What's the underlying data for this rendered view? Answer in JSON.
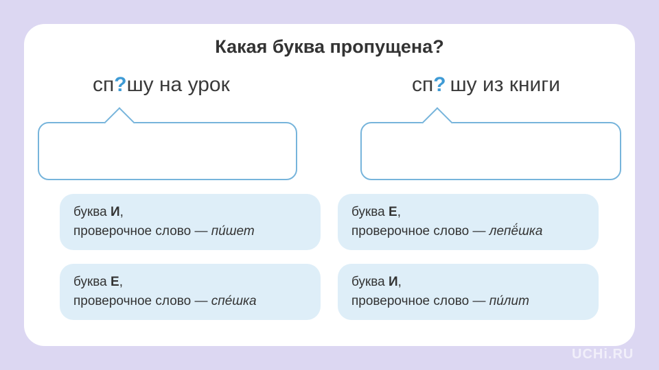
{
  "page": {
    "title": "Какая буква пропущена?",
    "brand": "UCHi.RU"
  },
  "colors": {
    "background": "#dcd7f2",
    "card": "#ffffff",
    "bubble_border": "#76b4db",
    "option_background": "#deeef8",
    "question_mark": "#3f9bd5",
    "text": "#333333"
  },
  "columns": [
    {
      "word": {
        "prefix": "сп",
        "missing": "?",
        "suffix": "шу на урок"
      },
      "options": [
        {
          "prefix": "буква ",
          "letter": "И",
          "after_letter": ",",
          "line2": "проверочное слово — ",
          "word": "пи́шет"
        },
        {
          "prefix": "буква ",
          "letter": "Е",
          "after_letter": ",",
          "line2": "проверочное слово — ",
          "word": "спе́шка"
        }
      ]
    },
    {
      "word": {
        "prefix": "сп",
        "missing": "?",
        "suffix": "шу из книги"
      },
      "options": [
        {
          "prefix": "буква ",
          "letter": "Е",
          "after_letter": ",",
          "line2": "проверочное слово — ",
          "word": "лепё́шка"
        },
        {
          "prefix": "буква ",
          "letter": "И",
          "after_letter": ",",
          "line2": "проверочное слово — ",
          "word": "пи́лит"
        }
      ]
    }
  ]
}
